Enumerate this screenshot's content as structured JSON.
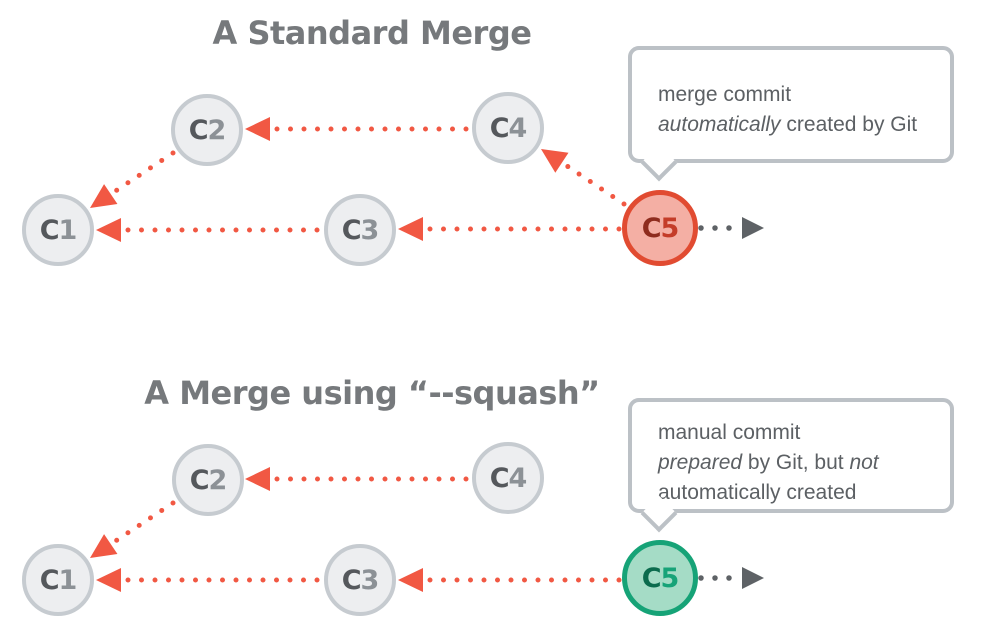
{
  "sections": [
    {
      "title": "A Standard Merge",
      "nodes": [
        {
          "letter": "C",
          "number": "1"
        },
        {
          "letter": "C",
          "number": "2"
        },
        {
          "letter": "C",
          "number": "3"
        },
        {
          "letter": "C",
          "number": "4"
        },
        {
          "letter": "C",
          "number": "5"
        }
      ],
      "bubble": {
        "line1": "merge commit",
        "line2_italic": "automatically",
        "line2_rest": " created by Git"
      }
    },
    {
      "title": "A Merge using “--squash”",
      "nodes": [
        {
          "letter": "C",
          "number": "1"
        },
        {
          "letter": "C",
          "number": "2"
        },
        {
          "letter": "C",
          "number": "3"
        },
        {
          "letter": "C",
          "number": "4"
        },
        {
          "letter": "C",
          "number": "5"
        }
      ],
      "bubble": {
        "line1": "manual commit",
        "line2_italic1": "prepared",
        "line2_mid": " by Git, but ",
        "line2_italic2": "not",
        "line3": "automatically created"
      }
    }
  ],
  "colors": {
    "edge_red": "#F15843",
    "edge_gray": "#5E6266",
    "title_gray": "#76797C",
    "node_fill": "#EDEEF0",
    "node_border": "#C6CBD0",
    "merge_node_border": "#E14B31",
    "merge_node_fill": "#F4AFA4",
    "squash_node_border": "#16A377",
    "squash_node_fill": "#A5DCC6",
    "bubble_border": "#BCC1C6",
    "bubble_text": "#5C6064"
  }
}
